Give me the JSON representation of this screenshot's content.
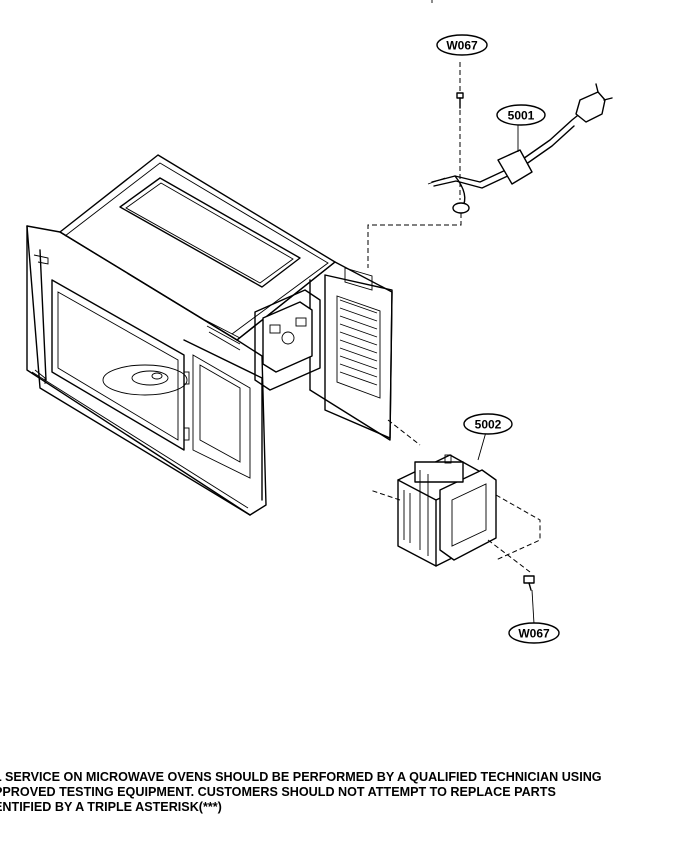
{
  "callouts": {
    "screw_top": "W067",
    "power_cord": "5001",
    "transformer": "5002",
    "screw_bottom": "W067"
  },
  "note": {
    "line1": "L SERVICE ON MICROWAVE OVENS SHOULD BE PERFORMED BY A QUALIFIED TECHNICIAN USING",
    "line2": "PPROVED TESTING EQUIPMENT. CUSTOMERS SHOULD NOT ATTEMPT TO REPLACE PARTS",
    "line3": "ENTIFIED BY A TRIPLE ASTERISK(***)"
  }
}
